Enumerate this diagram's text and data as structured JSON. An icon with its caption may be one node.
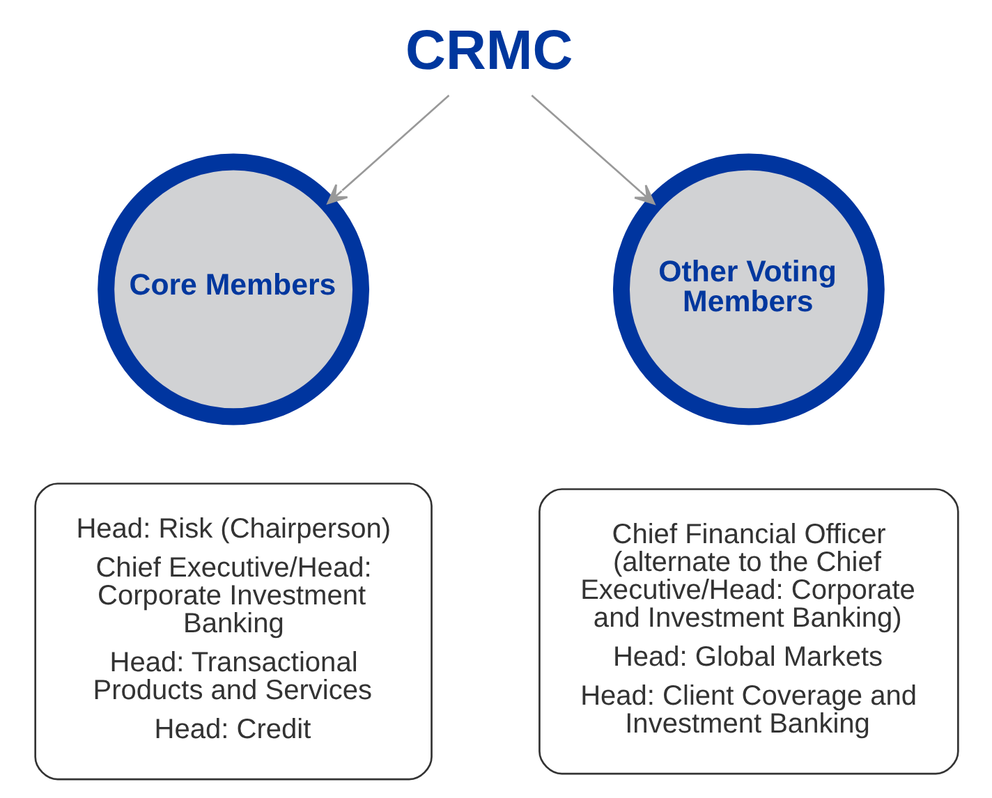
{
  "diagram": {
    "nodes": [
      {
        "text": [
          "CRMC"
        ]
      },
      {
        "text": [
          "Core Members"
        ]
      },
      {
        "text": [
          "Head: Risk (Chairperson)",
          "Chief Executive/Head: Corporate Investment Banking",
          "Head: Transactional Products and Services",
          "Head: Credit"
        ]
      },
      {
        "text": [
          "Other Voting Members"
        ]
      },
      {
        "text": [
          "Chief Financial Officer (alternate to the Chief Executive/Head: Corporate and Investment Banking)",
          "Head: Global Markets",
          "Head: Client Coverage and Investment Banking"
        ]
      }
    ],
    "edges": [
      {
        "from": 0,
        "to": 1,
        "arrow": "to"
      },
      {
        "from": 0,
        "to": 3,
        "arrow": "to"
      }
    ]
  }
}
